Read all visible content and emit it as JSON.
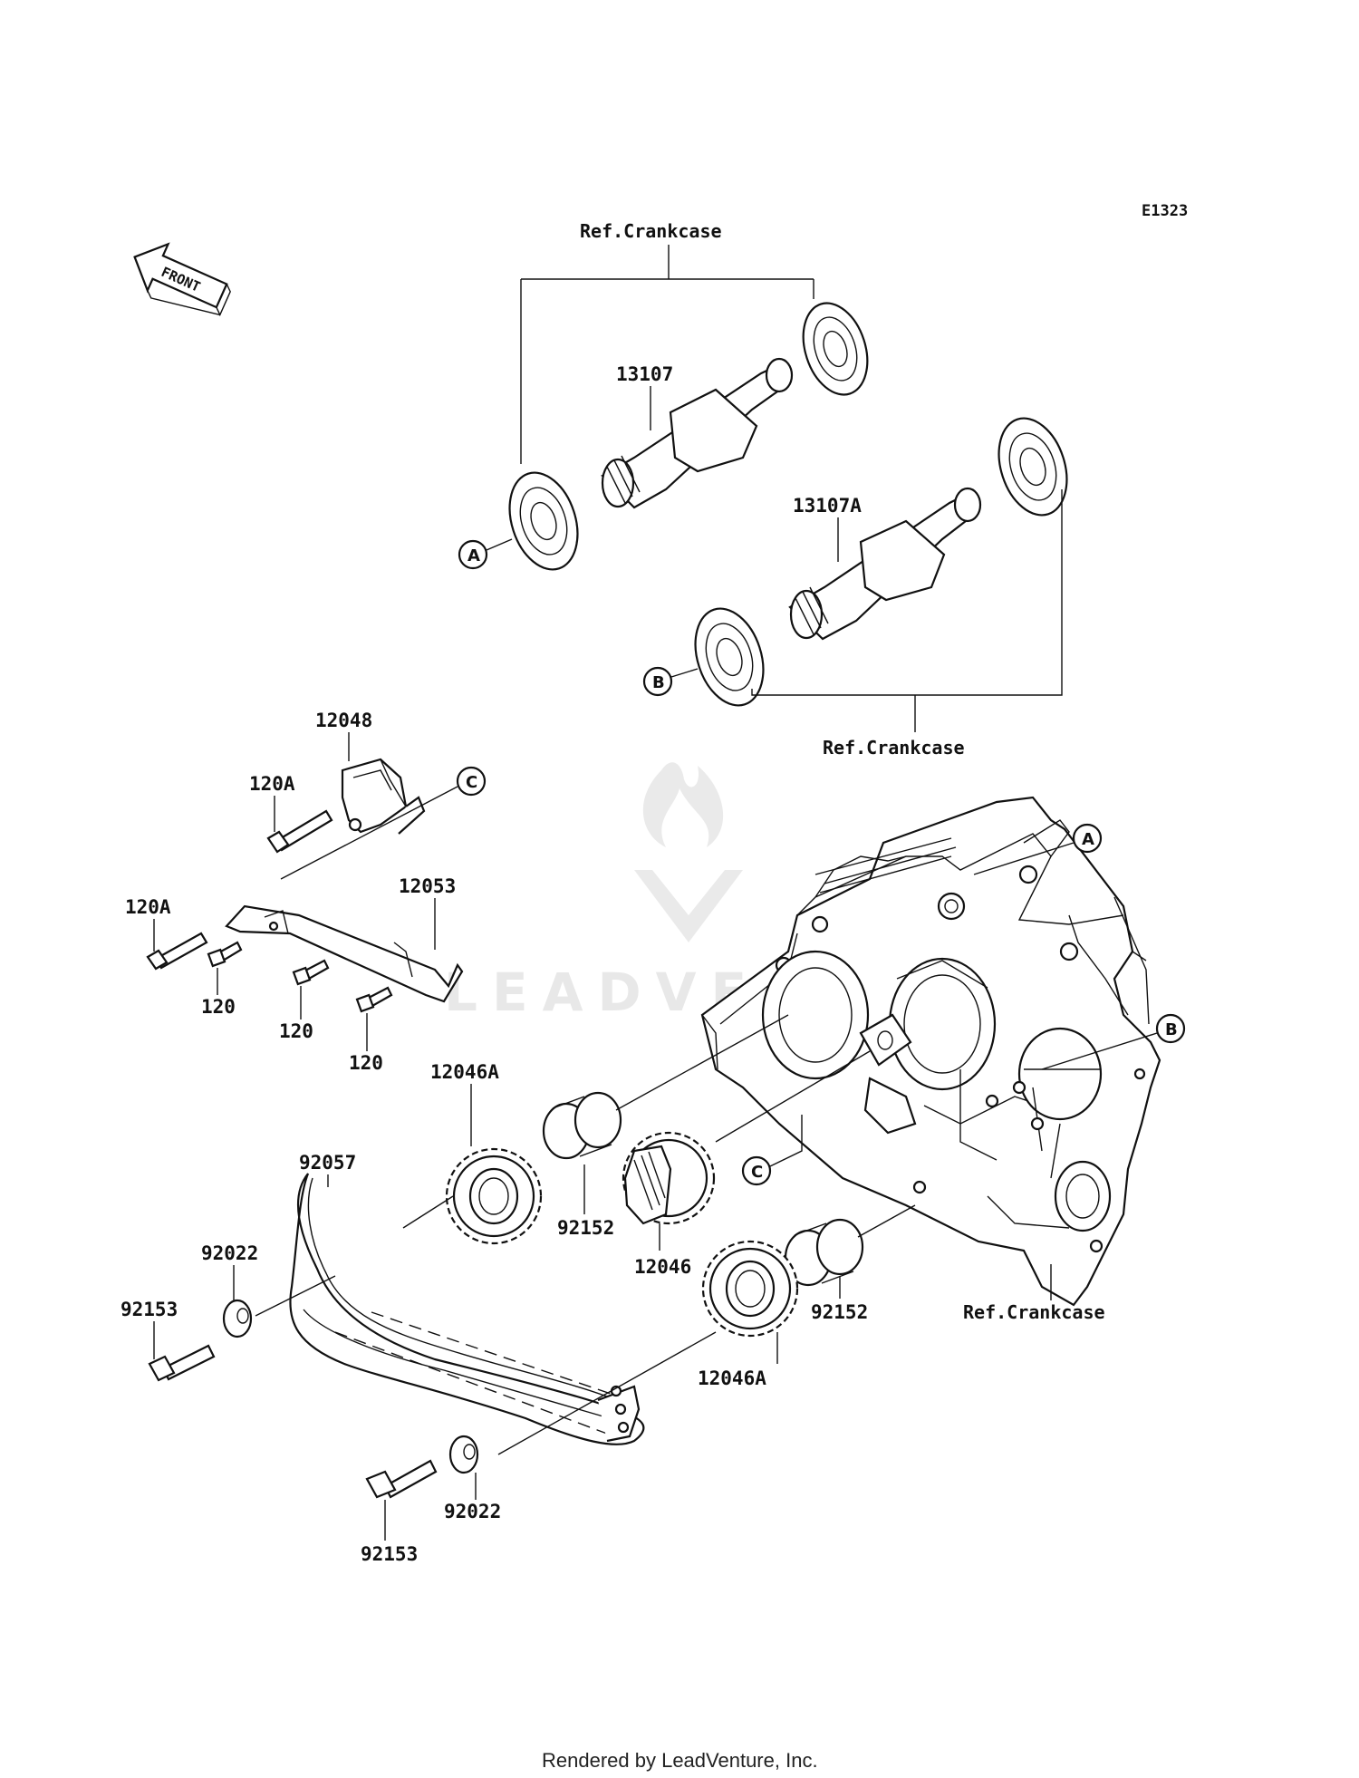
{
  "diagram_code": "E1323",
  "direction_label": "FRONT",
  "watermark": "LEADVENTURE",
  "footer": "Rendered by LeadVenture, Inc.",
  "ref_labels": {
    "top": "Ref.Crankcase",
    "middle": "Ref.Crankcase",
    "bottom": "Ref.Crankcase"
  },
  "callouts": {
    "a_left": "A",
    "b_left": "B",
    "c_upper": "C",
    "a_right": "A",
    "b_right": "B",
    "c_lower": "C"
  },
  "parts": {
    "p13107": "13107",
    "p13107A": "13107A",
    "p12048": "12048",
    "p120A_upper": "120A",
    "p120A_lower": "120A",
    "p12053": "12053",
    "p120_a": "120",
    "p120_b": "120",
    "p120_c": "120",
    "p12046A_upper": "12046A",
    "p92152_left": "92152",
    "p12046": "12046",
    "p92057": "92057",
    "p92022_upper": "92022",
    "p92153_upper": "92153",
    "p92152_right": "92152",
    "p12046A_lower": "12046A",
    "p92022_lower": "92022",
    "p92153_lower": "92153"
  }
}
